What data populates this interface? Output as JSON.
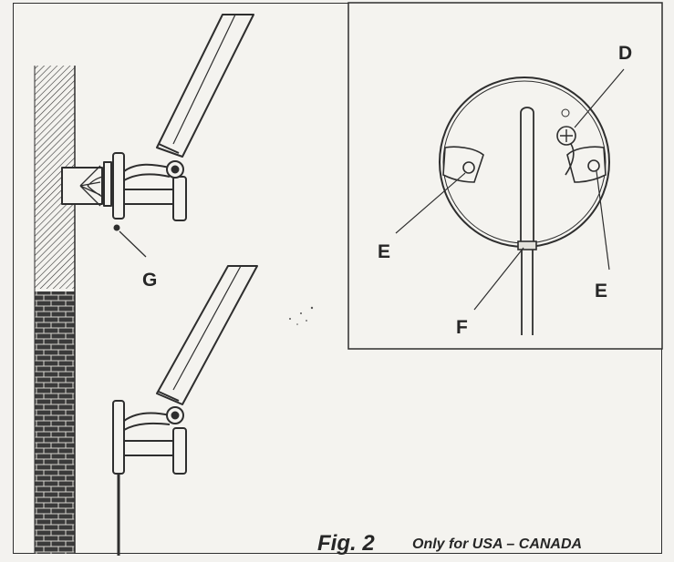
{
  "labels": {
    "d": "D",
    "e_left": "E",
    "e_right": "E",
    "f": "F",
    "g": "G"
  },
  "caption": {
    "figure": "Fig. 2",
    "note": "Only for USA – CANADA"
  },
  "colors": {
    "ink": "#2e2e2e",
    "paper": "#f4f3ef",
    "brick": "#3a3a3a",
    "mortar": "#d8d6d0"
  }
}
